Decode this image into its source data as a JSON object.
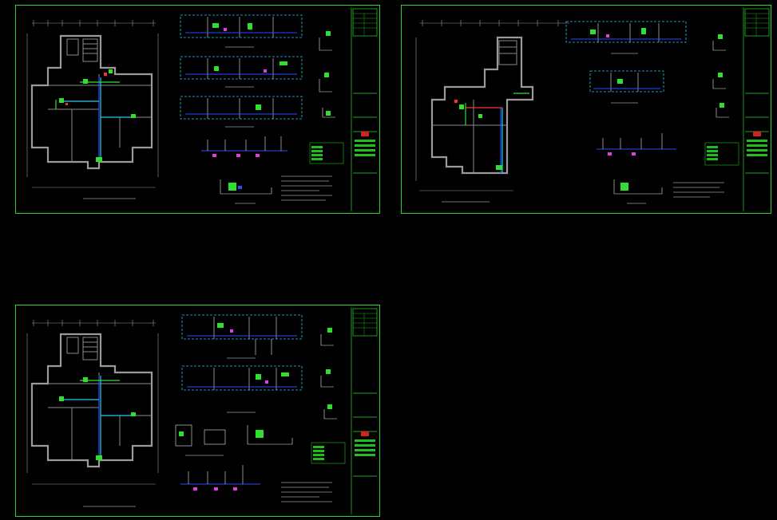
{
  "canvas": {
    "background": "#000000"
  },
  "colors": {
    "frame": "#2bd62b",
    "wall": "#9a9a9a",
    "pipe_cyan": "#28c8e8",
    "pipe_blue": "#2a4cff",
    "pipe_green": "#30e030",
    "pipe_magenta": "#e040e0",
    "pipe_red": "#ff3030",
    "text": "#e8e8e8",
    "table_fill": "#1fbf1f",
    "stamp_red": "#d82020"
  },
  "sheets": [
    {
      "id": "sheet-1",
      "caption": ""
    },
    {
      "id": "sheet-2",
      "caption": ""
    },
    {
      "id": "sheet-3",
      "caption": ""
    }
  ]
}
